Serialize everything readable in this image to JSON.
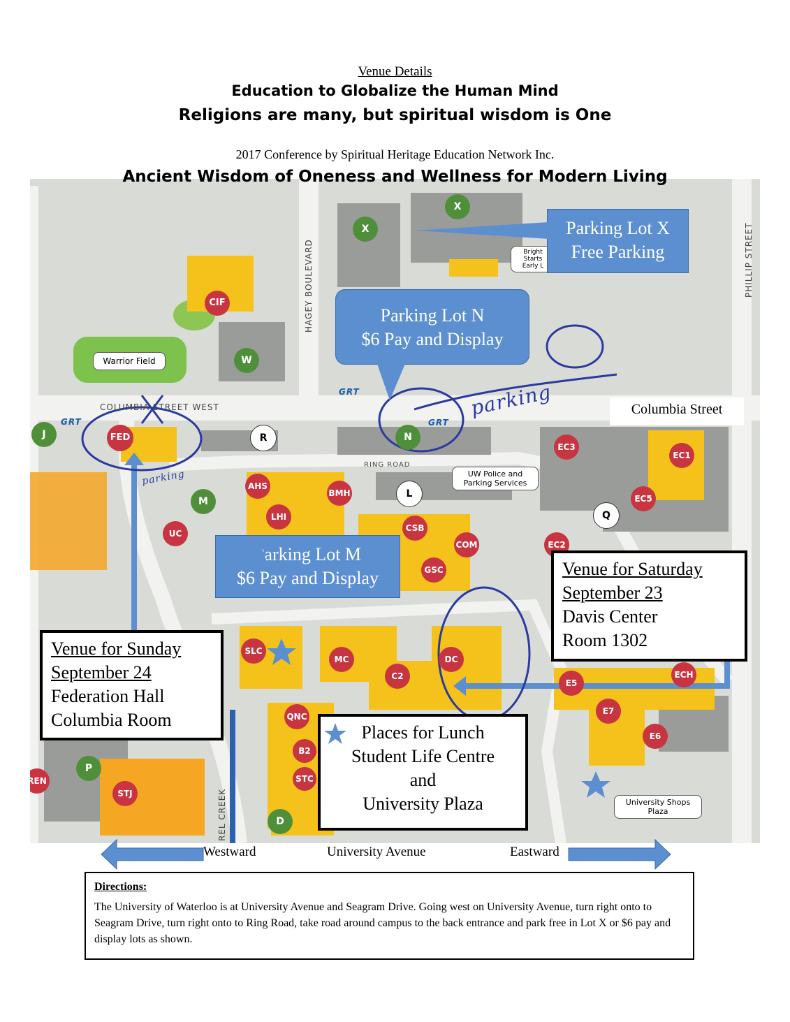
{
  "header": {
    "venue_details": "Venue Details",
    "title_1": "Education to Globalize the Human Mind",
    "title_2": "Religions are many, but spiritual wisdom is One",
    "conference": "2017 Conference by Spiritual Heritage Education Network Inc.",
    "theme": "Ancient Wisdom of Oneness and Wellness for Modern Living"
  },
  "callouts": {
    "lot_x": [
      "Parking Lot X",
      "Free Parking"
    ],
    "lot_n": [
      "Parking Lot N",
      "$6 Pay and Display"
    ],
    "lot_m": [
      "Parking Lot M",
      "$6 Pay and Display"
    ]
  },
  "venues": {
    "saturday": [
      "Venue for Saturday",
      "September 23",
      "Davis Center",
      "Room 1302"
    ],
    "sunday": [
      "Venue for Sunday",
      "September 24",
      "Federation Hall",
      "Columbia Room"
    ],
    "lunch": [
      "Places for Lunch",
      "Student Life Centre",
      "and",
      "University Plaza"
    ]
  },
  "map_labels": {
    "columbia_street": "Columbia Street",
    "columbia_street_west": "COLUMBIA STREET WEST",
    "ring_road": "RING ROAD",
    "hagey_boulevard": "HAGEY BOULEVARD",
    "phillip_street": "PHILLIP STREET",
    "warrior_field": "Warrior Field",
    "uw_police": "UW Police and Parking Services",
    "bright_starts": "Bright Starts Early L",
    "university_shops": "University Shops Plaza",
    "creek": "REL CREEK",
    "handwritten": "parking",
    "grt": "GRT",
    "buildings": [
      "CIF",
      "W",
      "X",
      "X",
      "N",
      "R",
      "J",
      "FED",
      "M",
      "AHS",
      "LHI",
      "BMH",
      "L",
      "UC",
      "CSB",
      "COM",
      "GSC",
      "SLC",
      "MC",
      "C2",
      "DC",
      "QNC",
      "B2",
      "STC",
      "P",
      "STJ",
      "REN",
      "D",
      "EC3",
      "EC1",
      "EC5",
      "Q",
      "EC2",
      "ECH",
      "E5",
      "E7",
      "E6"
    ]
  },
  "avenue": {
    "west": "Westward",
    "name": "University Avenue",
    "east": "Eastward"
  },
  "directions": {
    "title": "Directions:",
    "body": "The University of Waterloo is at University Avenue and Seagram Drive. Going west on University Avenue, turn right onto to Seagram Drive, turn right onto to Ring Road, take road around campus to the back entrance and park free in Lot X or $6 pay and display lots as shown."
  },
  "colors": {
    "callout_blue": "#5b8fd0",
    "building_yellow": "#f4c21b",
    "parking_green": "#4f8f3a",
    "building_red": "#c8343f",
    "map_gray": "#d9dcd6"
  }
}
